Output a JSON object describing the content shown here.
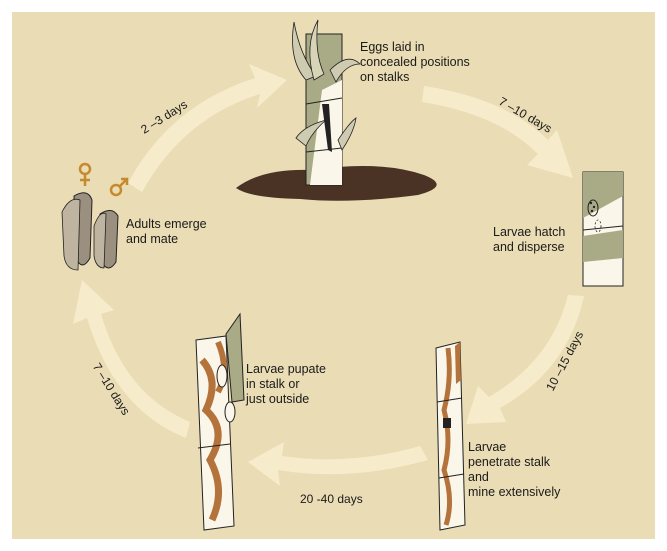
{
  "stages": {
    "eggs": [
      "Eggs laid in",
      "concealed positions",
      "on stalks"
    ],
    "hatch": [
      "Larvae hatch",
      "and disperse"
    ],
    "penetrate": [
      "Larvae",
      "penetrate stalk",
      "and",
      "mine extensively"
    ],
    "pupate": [
      "Larvae pupate",
      "in stalk or",
      "just outside"
    ],
    "adults": [
      "Adults emerge",
      "and mate"
    ]
  },
  "durations": {
    "adults_to_eggs": "2 –3 days",
    "eggs_to_hatch": "7 –10 days",
    "hatch_to_penetrate": "10 –15 days",
    "penetrate_to_pupate": "20 -40 days",
    "pupate_to_adults": "7 –10 days"
  },
  "symbols": {
    "female": "female-symbol-icon",
    "male": "male-symbol-icon"
  },
  "colors": {
    "background": "#eadcb4",
    "arrow": "#f6eccb",
    "stalk": "#fbf6ea",
    "stalk_green": "#a9ab86",
    "tunnel": "#b5733c",
    "soil": "#4a3225",
    "moth": "#9b9080"
  }
}
